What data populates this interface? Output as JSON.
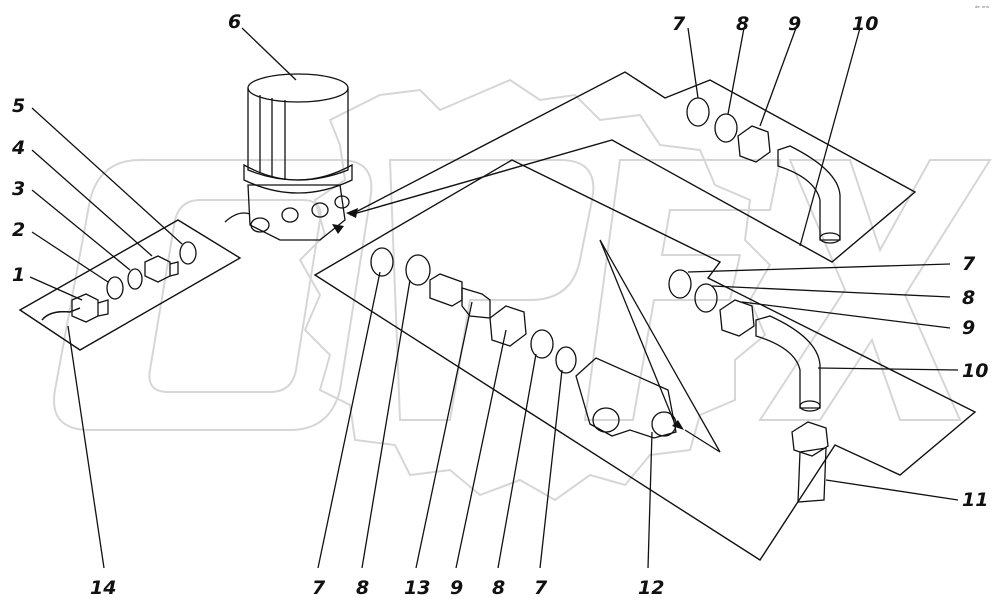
{
  "labels": {
    "l1": "1",
    "l2": "2",
    "l3": "3",
    "l4": "4",
    "l5": "5",
    "l6": "6",
    "l7a": "7",
    "l8a": "8",
    "l9a": "9",
    "l10a": "10",
    "l7b": "7",
    "l8b": "8",
    "l9b": "9",
    "l10b": "10",
    "l11": "11",
    "l7c": "7",
    "l8c": "8",
    "l13": "13",
    "l9c": "9",
    "l8d": "8",
    "l7d": "7",
    "l12": "12",
    "l14": "14"
  },
  "corner_mark": "ᵈᵉ ⁿⁿⁿ",
  "colors": {
    "ink": "#111111",
    "watermark": "#e2e2e2",
    "background": "#ffffff"
  }
}
